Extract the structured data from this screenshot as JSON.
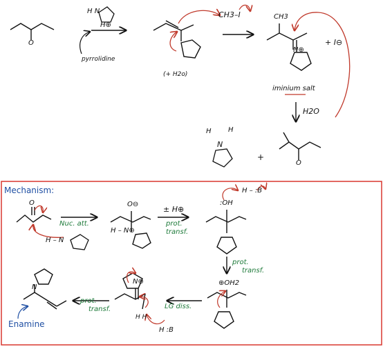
{
  "colors": {
    "ink": "#111111",
    "red_arrow": "#c0392b",
    "blue": "#1f4fa3",
    "green": "#1e7a3a",
    "border": "#d9362e"
  },
  "top": {
    "pyrrolidine_label": "pyrrolidine",
    "acid_label": "H⊕",
    "nh_label": "H N",
    "plus_water": "(+ H2o)",
    "methyl_iodide": "CH3–I",
    "plus_iodide": "+ I⊖",
    "iminium_label": "iminium salt",
    "water_label": "H2O",
    "ch3_label": "CH3",
    "n_plus": "N⊕",
    "plus_sign": "+",
    "ammonium_h1": "H",
    "ammonium_h2": "H",
    "ammonium_n": "N",
    "ketone_o": "O",
    "ketone2_o": "O"
  },
  "mechanism": {
    "title": "Mechanism:",
    "step1": "Nuc. att.",
    "step2_top": "± H⊕",
    "step2_a": "prot.",
    "step2_b": "transf.",
    "step3_a": "prot.",
    "step3_b": "transf.",
    "step4": "LG diss.",
    "step5_a": "prot.",
    "step5_b": "transf.",
    "enamine": "Enamine",
    "base1": "H – :B",
    "base2": "H :B",
    "o_minus": "O⊖",
    "oh": ":OH",
    "oh2": "⊕OH2",
    "hn_plus": "H – N⊕",
    "hn": "H – N",
    "o": "O",
    "n_plus2": "N⊕",
    "h_h": "H  H",
    "n": "N"
  }
}
